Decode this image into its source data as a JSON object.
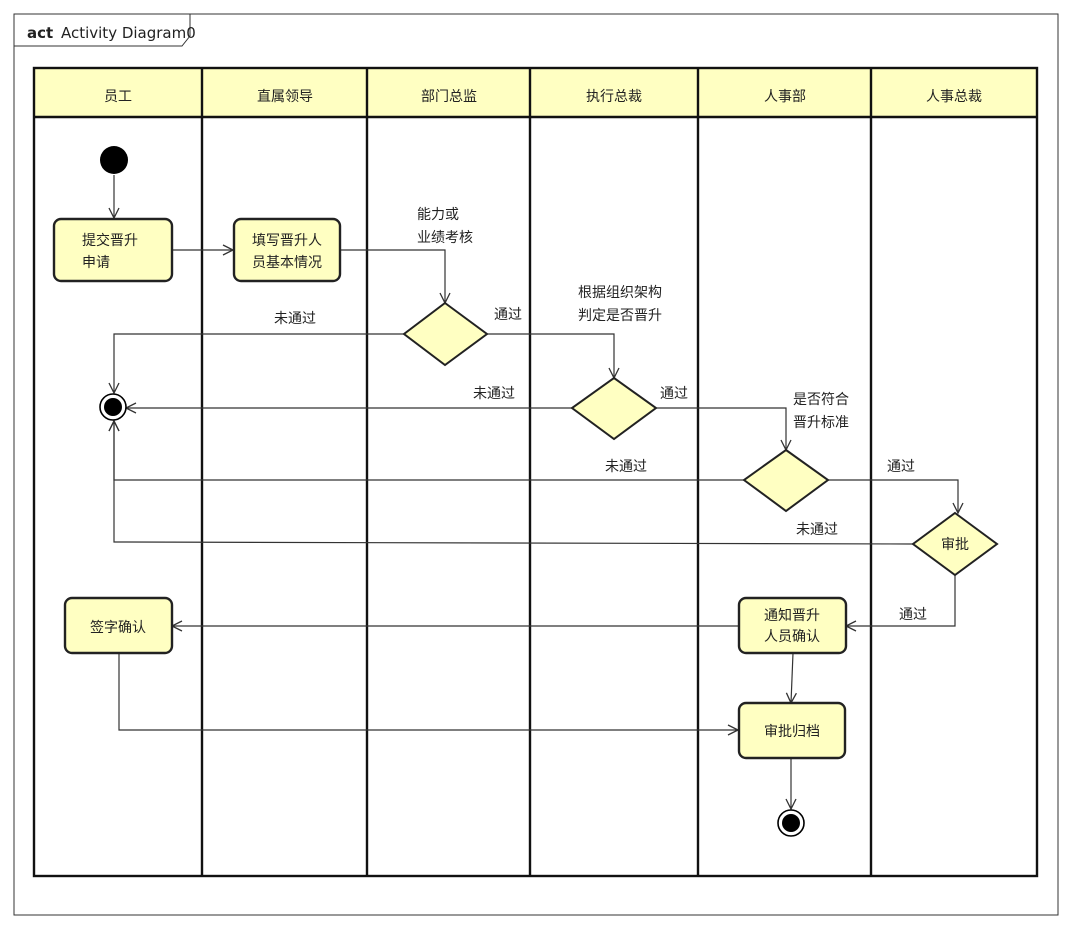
{
  "frame": {
    "keyword": "act",
    "name": "Activity Diagram0"
  },
  "lanes": [
    "员工",
    "直属领导",
    "部门总监",
    "执行总裁",
    "人事部",
    "人事总裁"
  ],
  "actions": {
    "submit": [
      "提交晋升",
      "申请"
    ],
    "fill": [
      "填写晋升人",
      "员基本情况"
    ],
    "sign": [
      "签字确认"
    ],
    "notify": [
      "通知晋升",
      "人员确认"
    ],
    "archive": [
      "审批归档"
    ]
  },
  "decisions": {
    "d1": {
      "label": "",
      "note": [
        "能力或",
        "业绩考核"
      ]
    },
    "d2": {
      "label": "",
      "note": [
        "根据组织架构",
        "判定是否晋升"
      ]
    },
    "d3": {
      "label": "",
      "note": [
        "是否符合",
        "晋升标准"
      ]
    },
    "d4": {
      "label": "审批",
      "note": []
    }
  },
  "guards": {
    "pass": "通过",
    "fail": "未通过"
  },
  "colors": {
    "node_fill": "#ffffc2",
    "stroke": "#222222"
  }
}
